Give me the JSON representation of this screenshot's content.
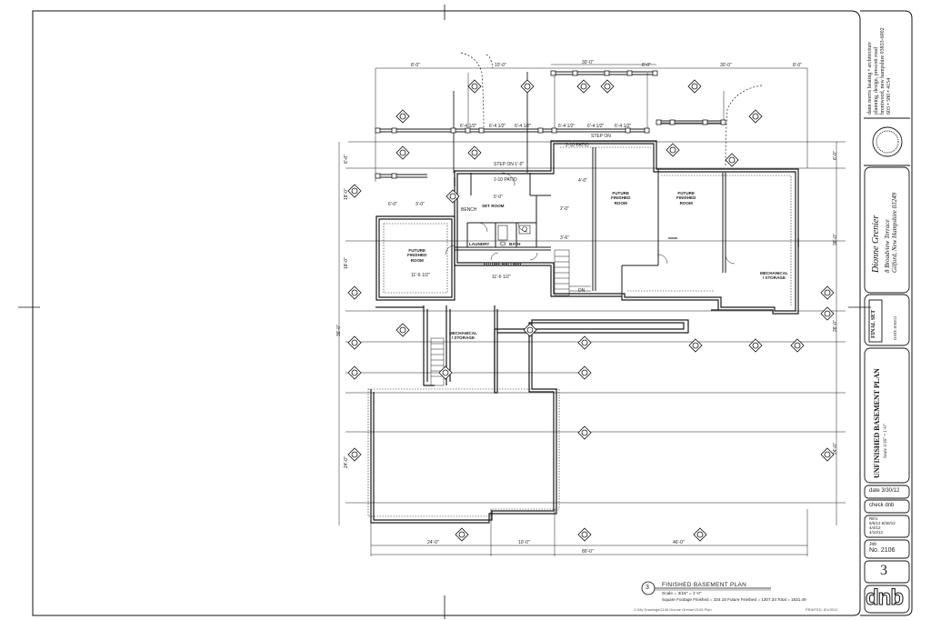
{
  "sheet": {
    "border_color": "#111111",
    "line_color": "#1a1a1a"
  },
  "title_block": {
    "firm_lines": [
      "dann norris  heating • architecture",
      "planning, design, prescott road",
      "brentwood, new hampshire 03833-6002",
      "603 • 580 • 4154"
    ],
    "client_name": "Dionne Grenier",
    "client_address": [
      "8 Broadview Terrace",
      "Gilford, New Hampshire 03249"
    ],
    "final_set": "FINAL SET",
    "final_date": "DATE  8/30/12",
    "plan_title": "UNFINISHED BASEMENT PLAN",
    "plan_scale": "Scale  3/16\" = 1'-0\"",
    "date_line": "date  3/30/12",
    "check_line": "check  dnb",
    "rev_lines": [
      "REV.",
      "5/6/12  8/30/12",
      "4/4/12",
      "4/10/12"
    ],
    "job_label": "Job",
    "job_number": "No. 2106",
    "sheet_number": "3",
    "firm_logo": "dnb"
  },
  "drawing": {
    "caption_number": "3",
    "caption_title": "FINISHED BASEMENT PLAN",
    "caption_scale": "Scale = 3/16\" = 1'-0\"",
    "caption_sqft": "Square Footage Finished = 324.15    Future Finished = 1307.34    Total = 1631.49",
    "footer_file": "C:\\My Drawings\\2106 Dionne Grenier\\2106 Plan",
    "footer_printed": "PRINTED: 8/1/2012",
    "rooms": [
      {
        "id": "future-finished-room-left",
        "lines": [
          "FUTURE",
          "FINISHED",
          "ROOM"
        ]
      },
      {
        "id": "future-finished-room-center",
        "lines": [
          "FUTURE",
          "FINISHED",
          "ROOM"
        ]
      },
      {
        "id": "future-finished-room-right",
        "lines": [
          "FUTURE",
          "FINISHED",
          "ROOM"
        ]
      },
      {
        "id": "set-room",
        "lines": [
          "SET ROOM"
        ]
      },
      {
        "id": "laundry",
        "lines": [
          "LAUNDRY"
        ]
      },
      {
        "id": "bath",
        "lines": [
          "BATH"
        ]
      },
      {
        "id": "future-hallway",
        "lines": [
          "FUTURE HALLWAY"
        ]
      },
      {
        "id": "mechanical-storage-left",
        "lines": [
          "MECHANICAL",
          "/ STORAGE"
        ]
      },
      {
        "id": "mechanical-storage-right",
        "lines": [
          "MECHANICAL",
          "/ STORAGE"
        ]
      },
      {
        "id": "step-on-top",
        "lines": [
          "STEP ON"
        ]
      },
      {
        "id": "step-on-mid",
        "lines": [
          "STEP ON 1'-0\""
        ]
      },
      {
        "id": "patio-top",
        "lines": [
          "2-10 PATIO"
        ]
      },
      {
        "id": "patio-mid",
        "lines": [
          "2-10 PATIO"
        ]
      },
      {
        "id": "bench",
        "lines": [
          "BENCH"
        ]
      },
      {
        "id": "dn",
        "lines": [
          "DN"
        ]
      }
    ],
    "dims_top": [
      "8'-0\"",
      "10'-0\"",
      "30'-0\"",
      "8'-0\"",
      "30'-0\"",
      "8'-0\""
    ],
    "dims_top2": [
      "6'-4 1/2\"",
      "6'-4 1/2\"",
      "6'-4 1/2\"",
      "6'-4 1/2\"",
      "6'-4 1/2\"",
      "6'-4 1/2\""
    ],
    "dims_bottom": [
      "24'-0\"",
      "10'-0\"",
      "46'-0\""
    ],
    "dims_bottom_total": "80'-0\"",
    "dims_left": [
      "6'-0\"",
      "18'-0\"",
      "18'-0\"",
      "36'-0\"",
      "24'-0\""
    ],
    "dims_right": [
      "6'-0\"",
      "36'-0\"",
      "26'-0\"",
      "24'-0\""
    ],
    "interior_dims": [
      "11'-6 1/2\"",
      "11'-6 1/2\"",
      "6'-0\"",
      "3'-0\"",
      "5'-0\"",
      "3'-6\"",
      "2'-0\"",
      "4'-0\""
    ]
  }
}
